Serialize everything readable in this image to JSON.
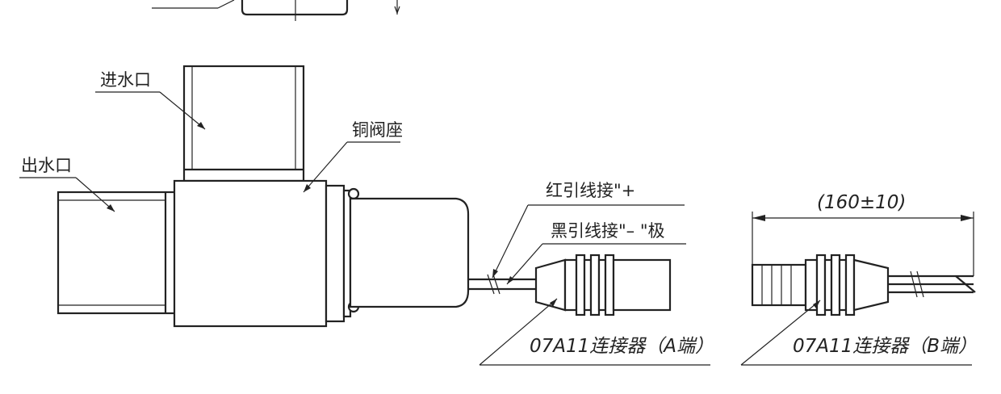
{
  "labels": {
    "inlet": "进水口",
    "outlet": "出水口",
    "copper_seat": "铜阀座",
    "red_wire": "红引线接\"+",
    "black_wire": "黑引线接\"– \"极",
    "connector_a": "07A11连接器（A端）",
    "connector_b": "07A11连接器（B端）",
    "dimension": "(160±10)"
  }
}
